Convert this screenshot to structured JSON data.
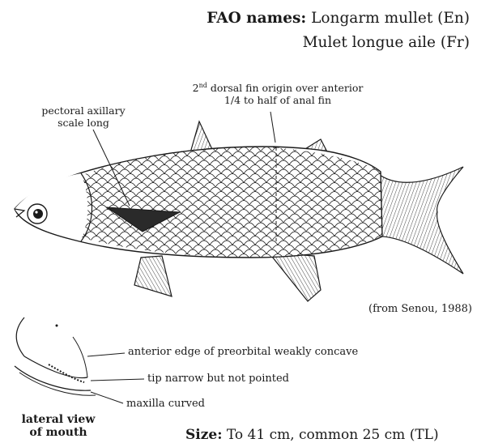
{
  "fao": {
    "heading": "FAO names:",
    "english": "Longarm mullet (En)",
    "french": "Mulet longue aile (Fr)"
  },
  "annotations": {
    "dorsal_ordinal": "2",
    "dorsal_superscript": "nd",
    "dorsal_line1_rest": " dorsal fin origin over anterior",
    "dorsal_line2": "1/4 to half of anal fin",
    "pectoral_line1": "pectoral axillary",
    "pectoral_line2": "scale long",
    "source": "(from Senou, 1988)"
  },
  "mouth_view": {
    "label_preorbital": "anterior edge of preorbital weakly concave",
    "label_tip": "tip narrow but not pointed",
    "label_maxilla": "maxilla curved",
    "caption_line1": "lateral view",
    "caption_line2": "of mouth"
  },
  "size": {
    "heading": "Size:",
    "text": " To 41 cm, common 25 cm (TL)"
  },
  "colors": {
    "ink": "#1a1a1a",
    "background": "#ffffff"
  }
}
